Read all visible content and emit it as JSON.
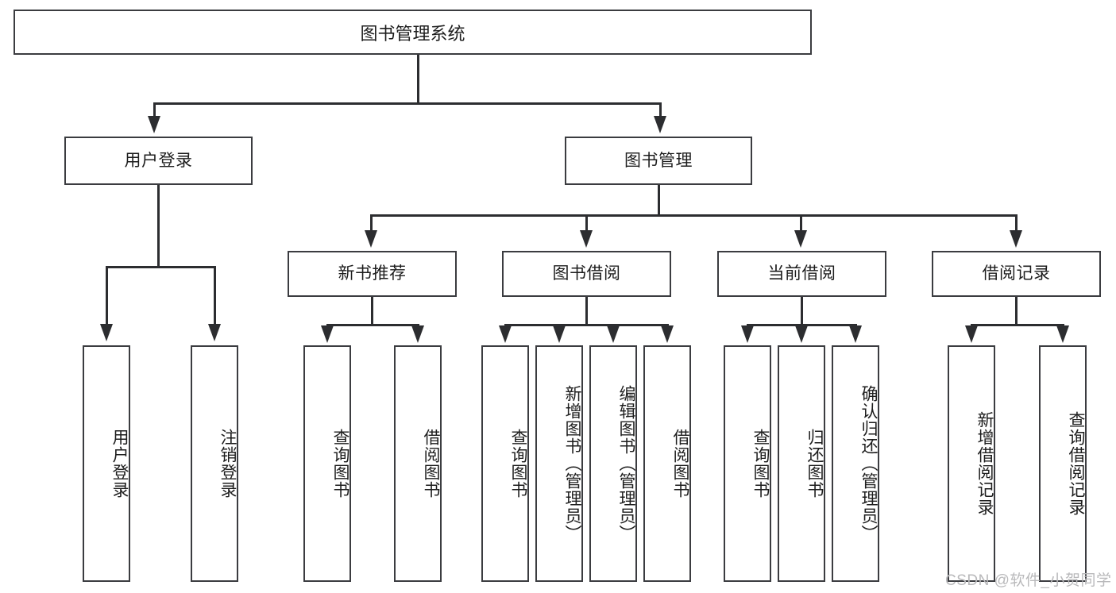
{
  "diagram": {
    "title": "图书管理系统",
    "type": "hierarchy-tree",
    "root": {
      "label": "图书管理系统"
    },
    "level2": [
      {
        "label": "用户登录"
      },
      {
        "label": "图书管理"
      }
    ],
    "level3": [
      {
        "label": "新书推荐"
      },
      {
        "label": "图书借阅"
      },
      {
        "label": "当前借阅"
      },
      {
        "label": "借阅记录"
      }
    ],
    "leaves": {
      "user_login": [
        {
          "label": "用户登录"
        },
        {
          "label": "注销登录"
        }
      ],
      "new_book_recommend": [
        {
          "label": "查询图书"
        },
        {
          "label": "借阅图书"
        }
      ],
      "book_borrow": [
        {
          "label": "查询图书"
        },
        {
          "label": "新增图书（管理员）"
        },
        {
          "label": "编辑图书（管理员）"
        },
        {
          "label": "借阅图书"
        }
      ],
      "current_borrow": [
        {
          "label": "查询图书"
        },
        {
          "label": "归还图书"
        },
        {
          "label": "确认归还（管理员）"
        }
      ],
      "borrow_record": [
        {
          "label": "新增借阅记录"
        },
        {
          "label": "查询借阅记录"
        }
      ]
    }
  },
  "watermark": {
    "text": "CSDN @软件_小贺同学"
  },
  "colors": {
    "border": "#3b3c40",
    "line": "#2c2d30",
    "background": "#ffffff",
    "watermark": "#b9b9bb"
  }
}
